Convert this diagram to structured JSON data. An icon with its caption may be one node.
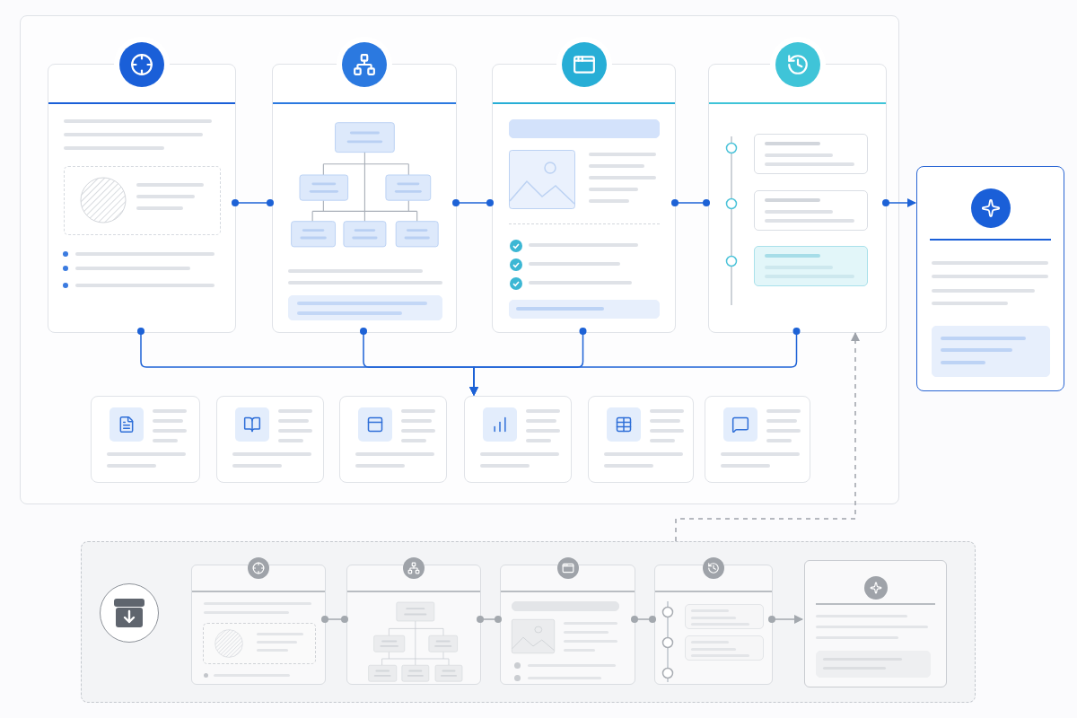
{
  "diagram": {
    "nodes": [
      {
        "text": [],
        "shape": "box"
      },
      {
        "text": [],
        "shape": "box",
        "in": 0
      },
      {
        "text": [],
        "shape": "box",
        "in": 0
      },
      {
        "text": [],
        "shape": "box",
        "in": 0
      },
      {
        "text": [],
        "shape": "box",
        "in": 0
      },
      {
        "text": [],
        "shape": "box"
      },
      {
        "text": [],
        "shape": "box",
        "in": 0
      },
      {
        "text": [],
        "shape": "box",
        "in": 0
      },
      {
        "text": [],
        "shape": "box",
        "in": 0
      },
      {
        "text": [],
        "shape": "box",
        "in": 0
      },
      {
        "text": [],
        "shape": "box",
        "in": 0
      },
      {
        "text": [],
        "shape": "box",
        "in": 0
      },
      {
        "text": [],
        "shape": "box"
      },
      {
        "text": [],
        "shape": "circle",
        "in": 12
      },
      {
        "text": [],
        "shape": "box",
        "in": 12
      },
      {
        "text": [],
        "shape": "box",
        "in": 12
      },
      {
        "text": [],
        "shape": "box",
        "in": 12
      },
      {
        "text": [],
        "shape": "box",
        "in": 12
      },
      {
        "text": [],
        "shape": "box",
        "in": 12
      }
    ],
    "edges": [
      {
        "from": 1,
        "to": 2,
        "arrow": "other"
      },
      {
        "from": 2,
        "to": 3,
        "arrow": "other"
      },
      {
        "from": 3,
        "to": 4,
        "arrow": "other"
      },
      {
        "from": 4,
        "to": 5,
        "arrow": "to"
      },
      {
        "from": 1,
        "to": 9,
        "arrow": "to"
      },
      {
        "from": 2,
        "to": 9,
        "arrow": "to"
      },
      {
        "from": 3,
        "to": 9,
        "arrow": "to"
      },
      {
        "from": 4,
        "to": 9,
        "arrow": "to"
      },
      {
        "from": 12,
        "to": 4,
        "arrow": "to",
        "style": "dashed",
        "color": "#9ea3aa"
      },
      {
        "from": 14,
        "to": 15,
        "arrow": "other",
        "color": "#a3a8ae"
      },
      {
        "from": 15,
        "to": 16,
        "arrow": "other",
        "color": "#a3a8ae"
      },
      {
        "from": 16,
        "to": 17,
        "arrow": "other",
        "color": "#a3a8ae"
      },
      {
        "from": 17,
        "to": 18,
        "arrow": "to",
        "color": "#a3a8ae"
      }
    ]
  }
}
